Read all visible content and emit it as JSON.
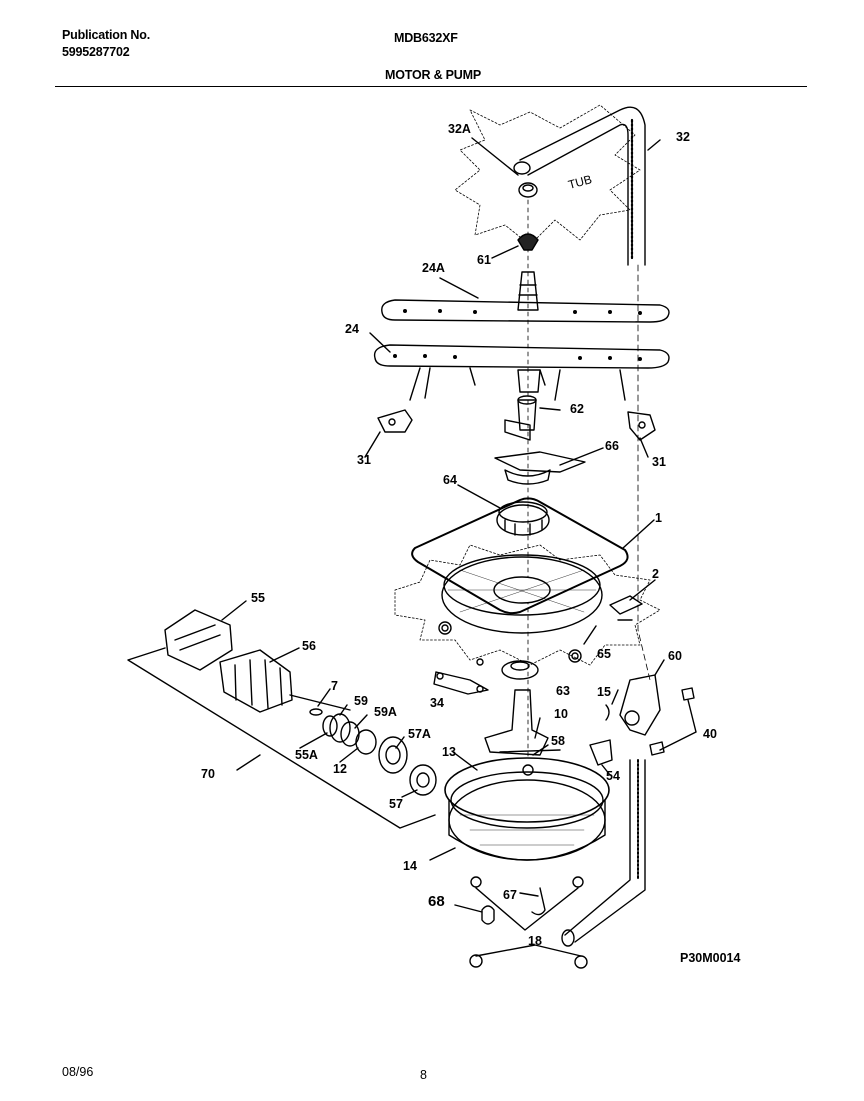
{
  "header": {
    "publication_label": "Publication No.",
    "publication_number": "5995287702",
    "model": "MDB632XF",
    "section_title": "MOTOR & PUMP"
  },
  "diagram": {
    "tub_text": "TUB",
    "drawing_code": "P30M0014",
    "part_labels": {
      "p32A": "32A",
      "p32": "32",
      "p61": "61",
      "p24A": "24A",
      "p24": "24",
      "p62": "62",
      "p31a": "31",
      "p31b": "31",
      "p66": "66",
      "p64": "64",
      "p1": "1",
      "p2": "2",
      "p55": "55",
      "p56": "56",
      "p65": "65",
      "p60": "60",
      "p7": "7",
      "p59": "59",
      "p59A": "59A",
      "p34": "34",
      "p63": "63",
      "p15": "15",
      "p10": "10",
      "p40": "40",
      "p55A": "55A",
      "p57A": "57A",
      "p13": "13",
      "p58": "58",
      "p70": "70",
      "p12": "12",
      "p54": "54",
      "p57": "57",
      "p14": "14",
      "p68": "68",
      "p67": "67",
      "p18": "18"
    }
  },
  "footer": {
    "date": "08/96",
    "page_number": "8"
  }
}
